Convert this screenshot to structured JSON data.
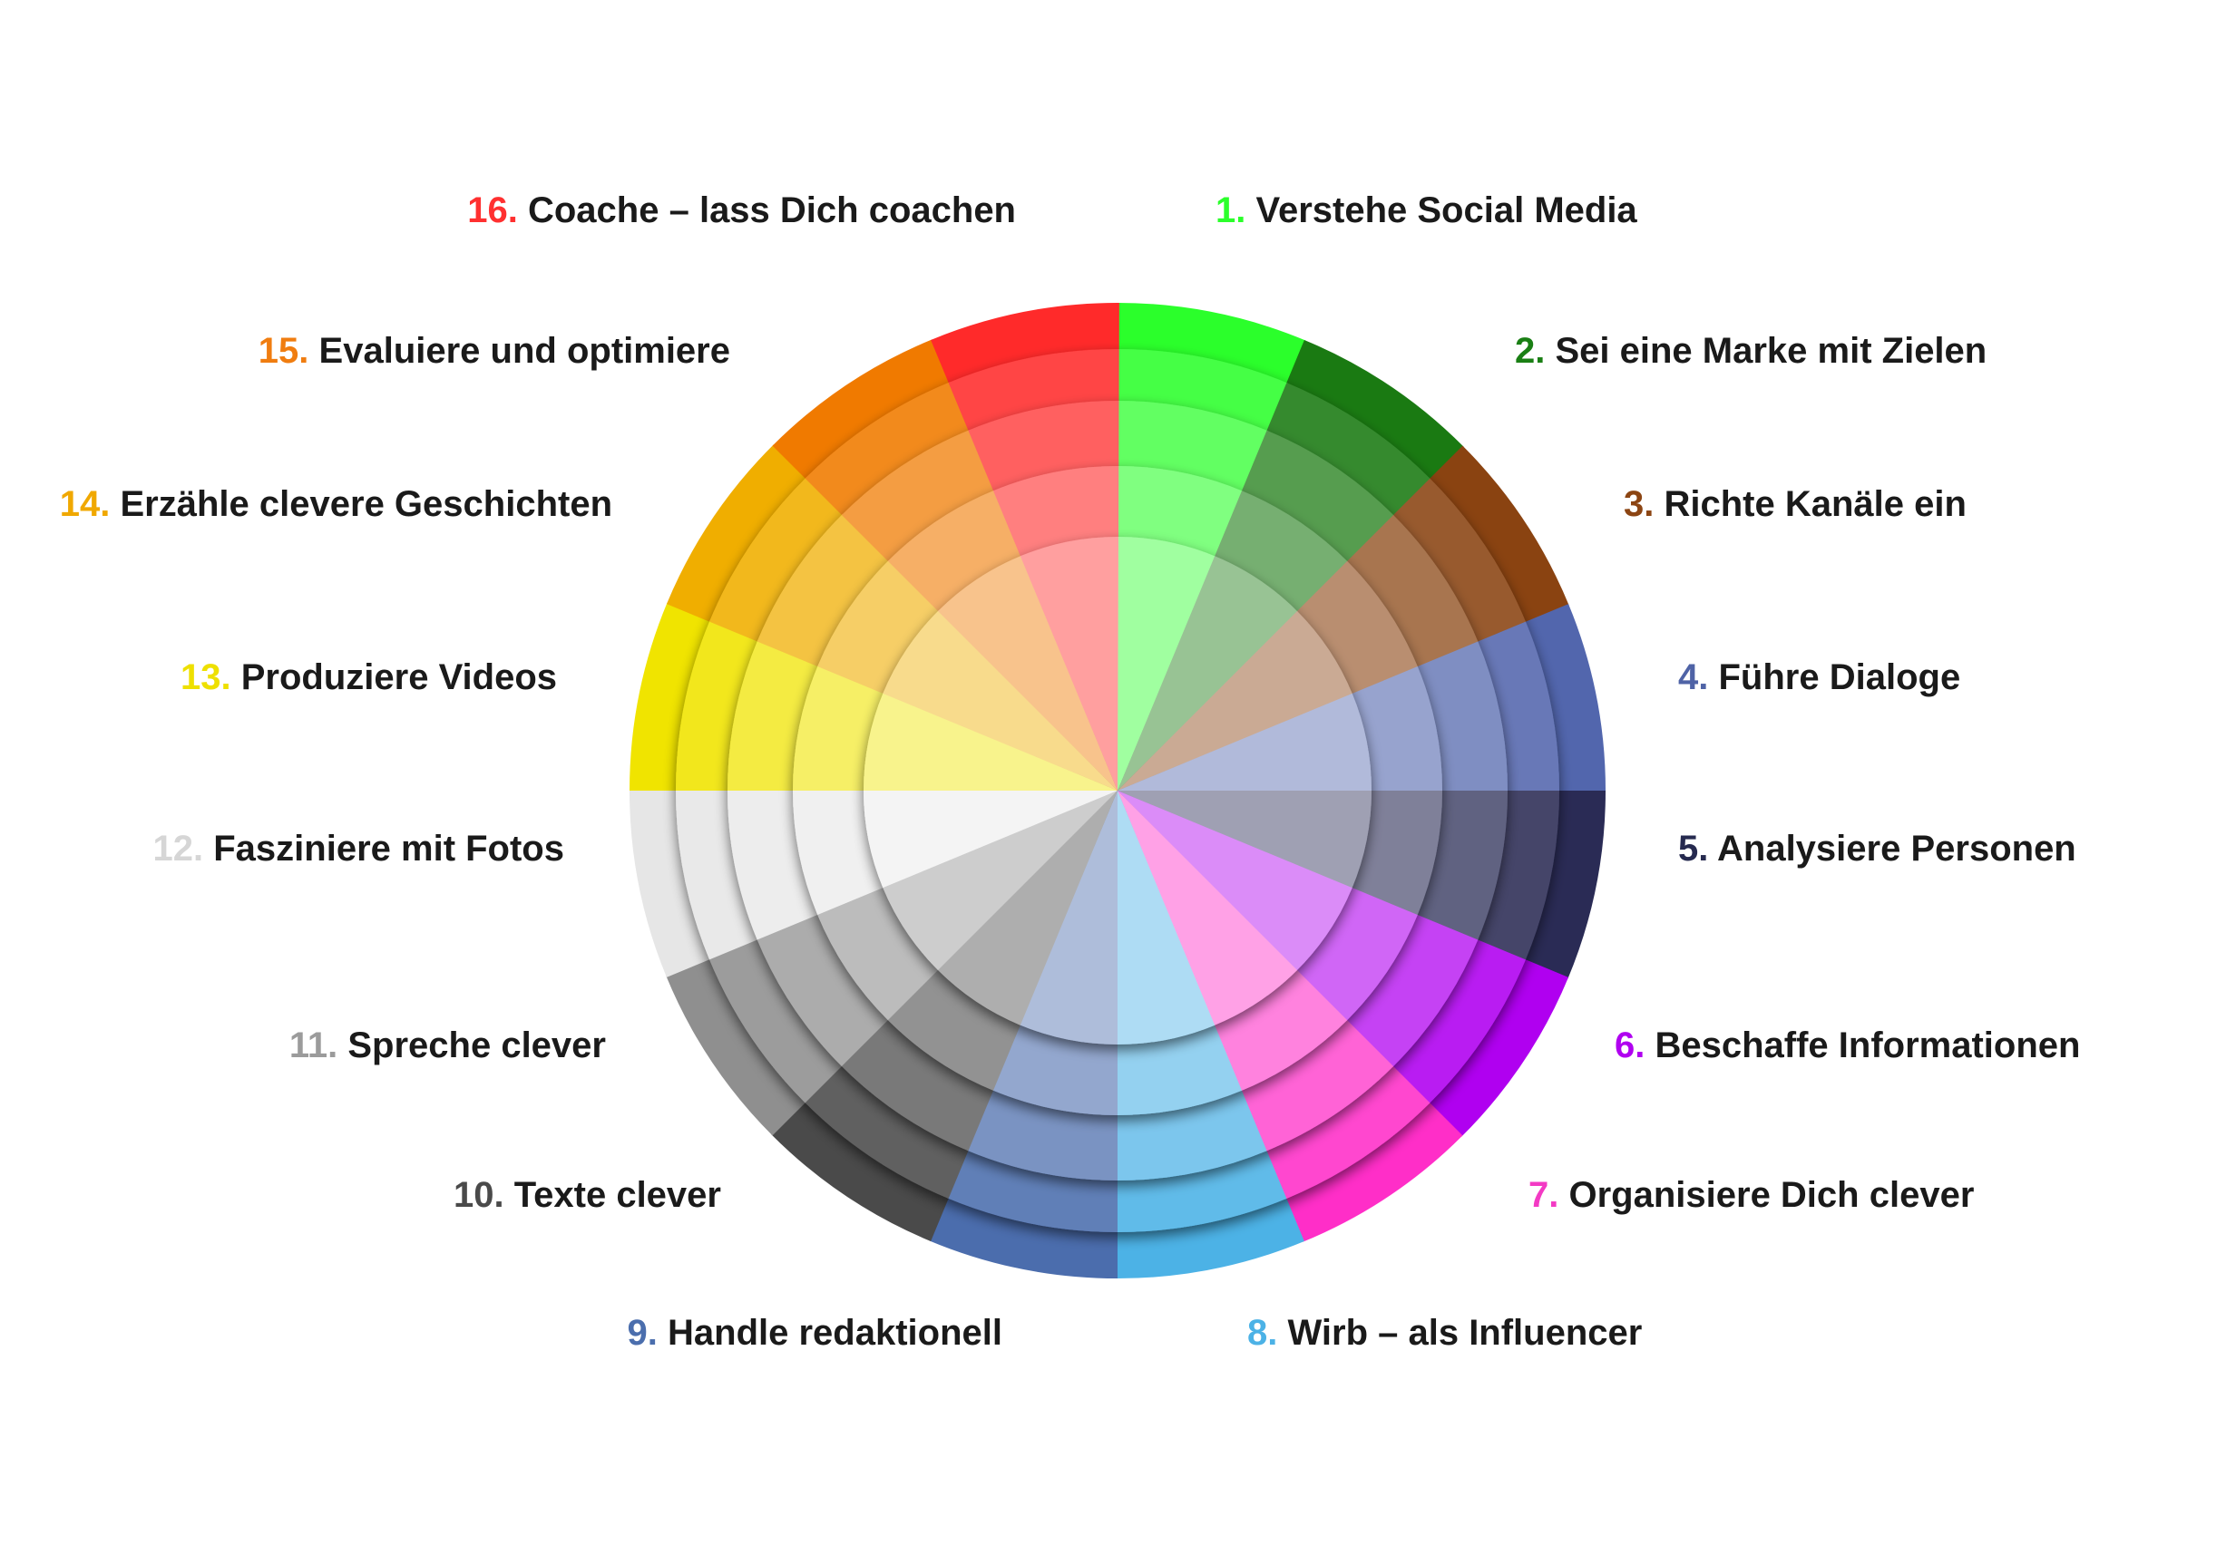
{
  "items": [
    {
      "num": "1.",
      "text": "Verstehe Social Media",
      "color": "#2bff2b"
    },
    {
      "num": "2.",
      "text": "Sei eine Marke mit Zielen",
      "color": "#1a7f14"
    },
    {
      "num": "3.",
      "text": "Richte Kanäle ein",
      "color": "#8c4513"
    },
    {
      "num": "4.",
      "text": "Führe Dialoge",
      "color": "#4f63a6"
    },
    {
      "num": "5.",
      "text": "Analysiere Personen",
      "color": "#262a4f"
    },
    {
      "num": "6.",
      "text": "Beschaffe Informationen",
      "color": "#b000f0"
    },
    {
      "num": "7.",
      "text": "Organisiere Dich clever",
      "color": "#f33ac4"
    },
    {
      "num": "8.",
      "text": "Wirb – als Influencer",
      "color": "#4cb2e6"
    },
    {
      "num": "9.",
      "text": "Handle redaktionell",
      "color": "#4b6ead"
    },
    {
      "num": "10.",
      "text": "Texte clever",
      "color": "#4a4a4a"
    },
    {
      "num": "11.",
      "text": "Spreche clever",
      "color": "#9b9b9b"
    },
    {
      "num": "12.",
      "text": "Fasziniere mit Fotos",
      "color": "#d6d6d6"
    },
    {
      "num": "13.",
      "text": "Produziere Videos",
      "color": "#eee000"
    },
    {
      "num": "14.",
      "text": "Erzähle clevere Geschichten",
      "color": "#f0a800"
    },
    {
      "num": "15.",
      "text": "Evaluiere und optimiere",
      "color": "#f07d10"
    },
    {
      "num": "16.",
      "text": "Coache – lass Dich coachen",
      "color": "#ff3030"
    }
  ],
  "wheel_colors": [
    "#2bff2b",
    "#1a7a12",
    "#8a4311",
    "#5266ad",
    "#2a2b55",
    "#b000f0",
    "#ff2ec8",
    "#4cb2e6",
    "#4b6dad",
    "#4a4a4a",
    "#8f8f8f",
    "#e6e6e6",
    "#f0e400",
    "#f0ae00",
    "#f07a00",
    "#ff2a2a"
  ]
}
